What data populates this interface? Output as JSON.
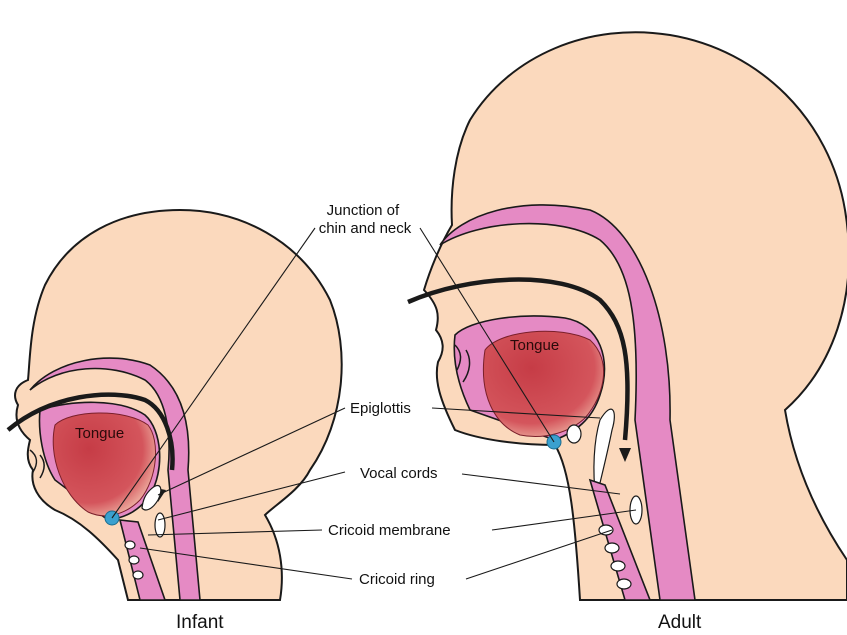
{
  "labels": {
    "junction": [
      "Junction of",
      "chin and neck"
    ],
    "epiglottis": "Epiglottis",
    "vocal_cords": "Vocal cords",
    "cricoid_membrane": "Cricoid membrane",
    "cricoid_ring": "Cricoid ring"
  },
  "infant": {
    "caption": "Infant",
    "tongue_label": "Tongue"
  },
  "adult": {
    "caption": "Adult",
    "tongue_label": "Tongue"
  },
  "colors": {
    "skin": "#fbd9bd",
    "airway_tissue": "#e58ac4",
    "tongue": "#c9404a",
    "landmark_dot": "#3aa0cf",
    "outline": "#1a1a1a"
  }
}
